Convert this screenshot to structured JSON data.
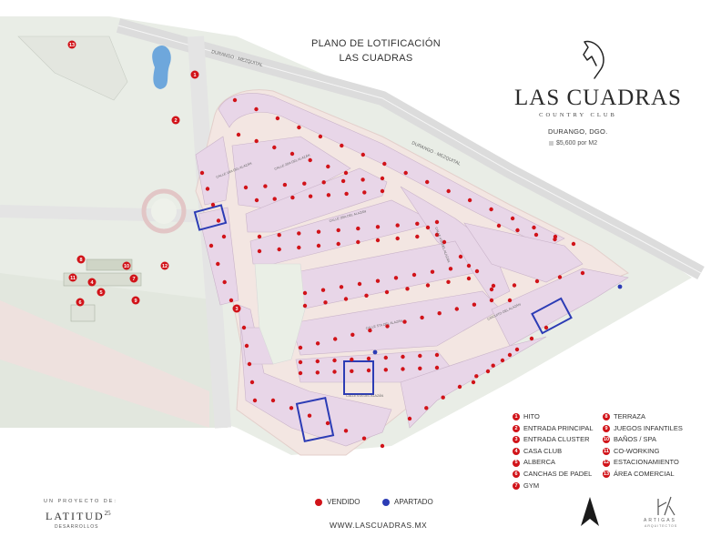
{
  "header": {
    "title_line1": "PLANO DE LOTIFICACIÓN",
    "title_line2": "LAS CUADRAS"
  },
  "brand": {
    "name": "LAS CUADRAS",
    "subtitle": "COUNTRY CLUB",
    "logo_icon": "horse-head-icon"
  },
  "location": {
    "city": "DURANGO, DGO.",
    "price": "$5,600 por M2"
  },
  "roads": {
    "highway_top": "DURANGO - MEZQUITAL",
    "highway_right": "DURANGO - MEZQUITAL",
    "streets": [
      "CALLE 1RA DEL ALAZÁN",
      "CALLE 2DA DEL ALAZÁN",
      "CALLE 3RA DEL ALAZÁN",
      "CALLE 4TA DEL ALAZÁN",
      "CALLE 5TA DEL ALAZÁN",
      "CALLE 6TA DEL ALAZÁN",
      "CIRCUITO DEL ALAZÁN"
    ]
  },
  "amenities": [
    {
      "num": "1",
      "label": "HITO"
    },
    {
      "num": "2",
      "label": "ENTRADA PRINCIPAL"
    },
    {
      "num": "3",
      "label": "ENTRADA CLUSTER"
    },
    {
      "num": "4",
      "label": "CASA CLUB"
    },
    {
      "num": "5",
      "label": "ALBERCA"
    },
    {
      "num": "6",
      "label": "CANCHAS DE PADEL"
    },
    {
      "num": "7",
      "label": "GYM"
    },
    {
      "num": "8",
      "label": "TERRAZA"
    },
    {
      "num": "9",
      "label": "JUEGOS INFANTILES"
    },
    {
      "num": "10",
      "label": "BAÑOS / SPA"
    },
    {
      "num": "11",
      "label": "CO-WORKING"
    },
    {
      "num": "12",
      "label": "ESTACIONAMIENTO"
    },
    {
      "num": "13",
      "label": "ÁREA COMERCIAL"
    }
  ],
  "status_legend": {
    "sold_label": "VENDIDO",
    "reserved_label": "APARTADO"
  },
  "colors": {
    "sold": "#d11319",
    "reserved": "#2c3cb5",
    "lot_fill": "#e8d6e8",
    "road": "#f2e6e2",
    "terrain": "#e9ede6"
  },
  "footer": {
    "developer_prefix": "UN PROYECTO DE:",
    "developer_name": "LATITUD",
    "developer_sup": "25",
    "developer_sub": "DESARROLLOS",
    "website": "WWW.LASCUADRAS.MX",
    "north_icon": "north-arrow-icon",
    "architect_logo": "artigas-logo-icon",
    "architect_name": "ARTIGAS",
    "architect_sub": "ARQUITECTOS"
  }
}
